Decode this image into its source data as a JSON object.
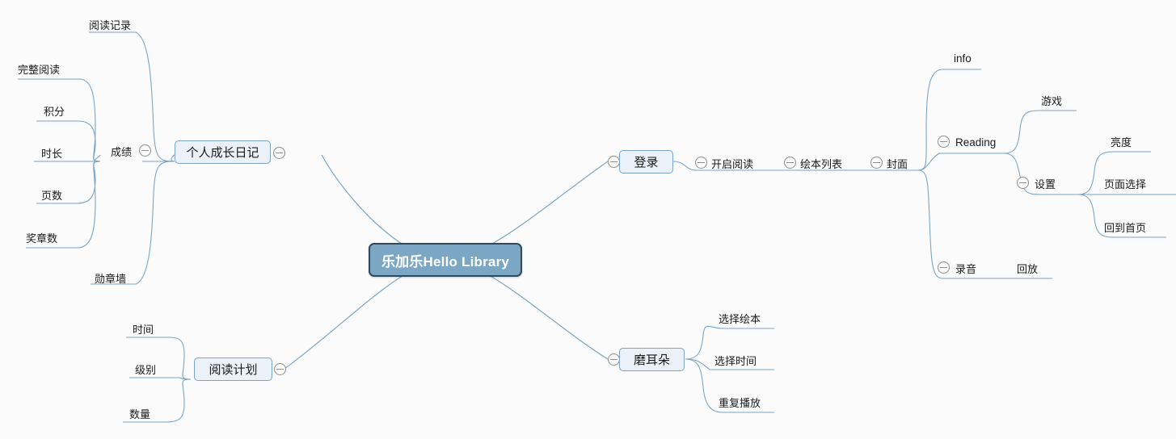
{
  "diagram": {
    "type": "mind-map",
    "title": "乐加乐Hello Library",
    "background_color": "#fbfbfb",
    "edge_color": "#7aa5c8",
    "root": {
      "label": "乐加乐Hello Library",
      "fill_color": "#7ba7c4",
      "border_color": "#2e4a5c",
      "text_color": "#ffffff"
    },
    "branch_node_fill": "#eaf1f8",
    "branch_node_border": "#7ba3c9"
  },
  "nodes": {
    "root": {
      "label": "乐加乐Hello Library"
    },
    "growth_diary": {
      "label": "个人成长日记"
    },
    "reading_record": {
      "label": "阅读记录"
    },
    "score": {
      "label": "成绩"
    },
    "full_reading": {
      "label": "完整阅读"
    },
    "points": {
      "label": "积分"
    },
    "duration": {
      "label": "时长"
    },
    "pages": {
      "label": "页数"
    },
    "medal_count": {
      "label": "奖章数"
    },
    "medal_wall": {
      "label": "勋章墙"
    },
    "reading_plan": {
      "label": "阅读计划"
    },
    "plan_time": {
      "label": "时间"
    },
    "plan_level": {
      "label": "级别"
    },
    "plan_amount": {
      "label": "数量"
    },
    "login": {
      "label": "登录"
    },
    "start_reading": {
      "label": "开启阅读"
    },
    "book_list": {
      "label": "绘本列表"
    },
    "cover": {
      "label": "封面"
    },
    "info": {
      "label": "info"
    },
    "reading": {
      "label": "Reading"
    },
    "game": {
      "label": "游戏"
    },
    "settings": {
      "label": "设置"
    },
    "brightness": {
      "label": "亮度"
    },
    "page_select": {
      "label": "页面选择"
    },
    "back_home": {
      "label": "回到首页"
    },
    "recording": {
      "label": "录音"
    },
    "playback": {
      "label": "回放"
    },
    "ear_training": {
      "label": "磨耳朵"
    },
    "select_book": {
      "label": "选择绘本"
    },
    "select_time": {
      "label": "选择时间"
    },
    "repeat_play": {
      "label": "重复播放"
    }
  },
  "icons": {
    "collapse": "collapse-minus-icon"
  }
}
